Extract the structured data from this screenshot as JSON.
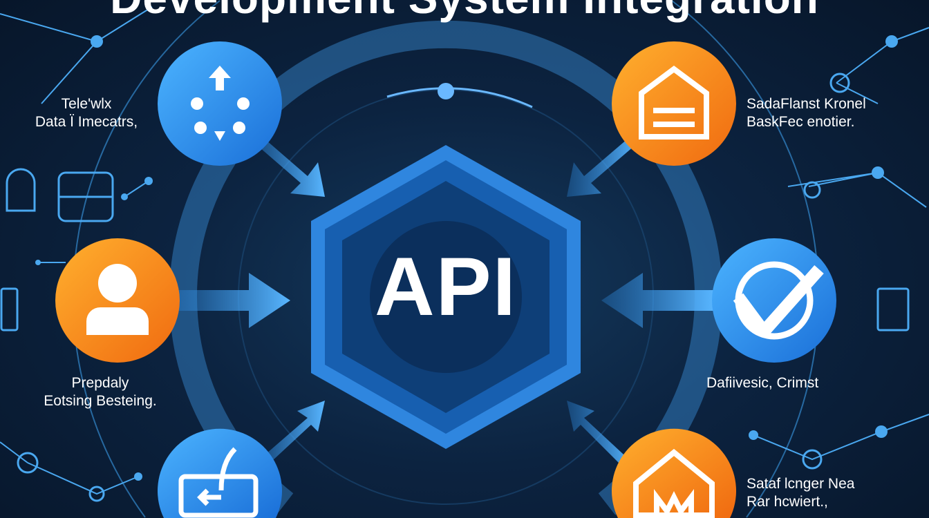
{
  "title": "Development System Integration",
  "center_label": "API",
  "nodes": [
    {
      "position": "top-left",
      "icon": "people-network-icon",
      "color": "#2f95f0",
      "lines": [
        "Tele'wlx",
        "Data Ï Imecatrs,"
      ]
    },
    {
      "position": "top-right",
      "icon": "building-icon",
      "color": "#f7931e",
      "lines": [
        "SadaFlanst Kronel",
        "BaskFec enotier."
      ]
    },
    {
      "position": "mid-left",
      "icon": "user-icon",
      "color": "#f7931e",
      "lines": [
        "Prepdaly",
        "Eotsing Besteing."
      ]
    },
    {
      "position": "mid-right",
      "icon": "checkmark-icon",
      "color": "#2f95f0",
      "lines": [
        "Dafiivesic, Crimst"
      ]
    },
    {
      "position": "bottom-left",
      "icon": "edit-card-icon",
      "color": "#2f95f0",
      "lines": []
    },
    {
      "position": "bottom-right",
      "icon": "house-icon",
      "color": "#f7931e",
      "lines": [
        "Sataf lcnger Nea",
        "Rar hcwiert.,"
      ]
    }
  ],
  "colors": {
    "blue": "#2f95f0",
    "orange": "#f7931e",
    "background": "#0c2340"
  }
}
